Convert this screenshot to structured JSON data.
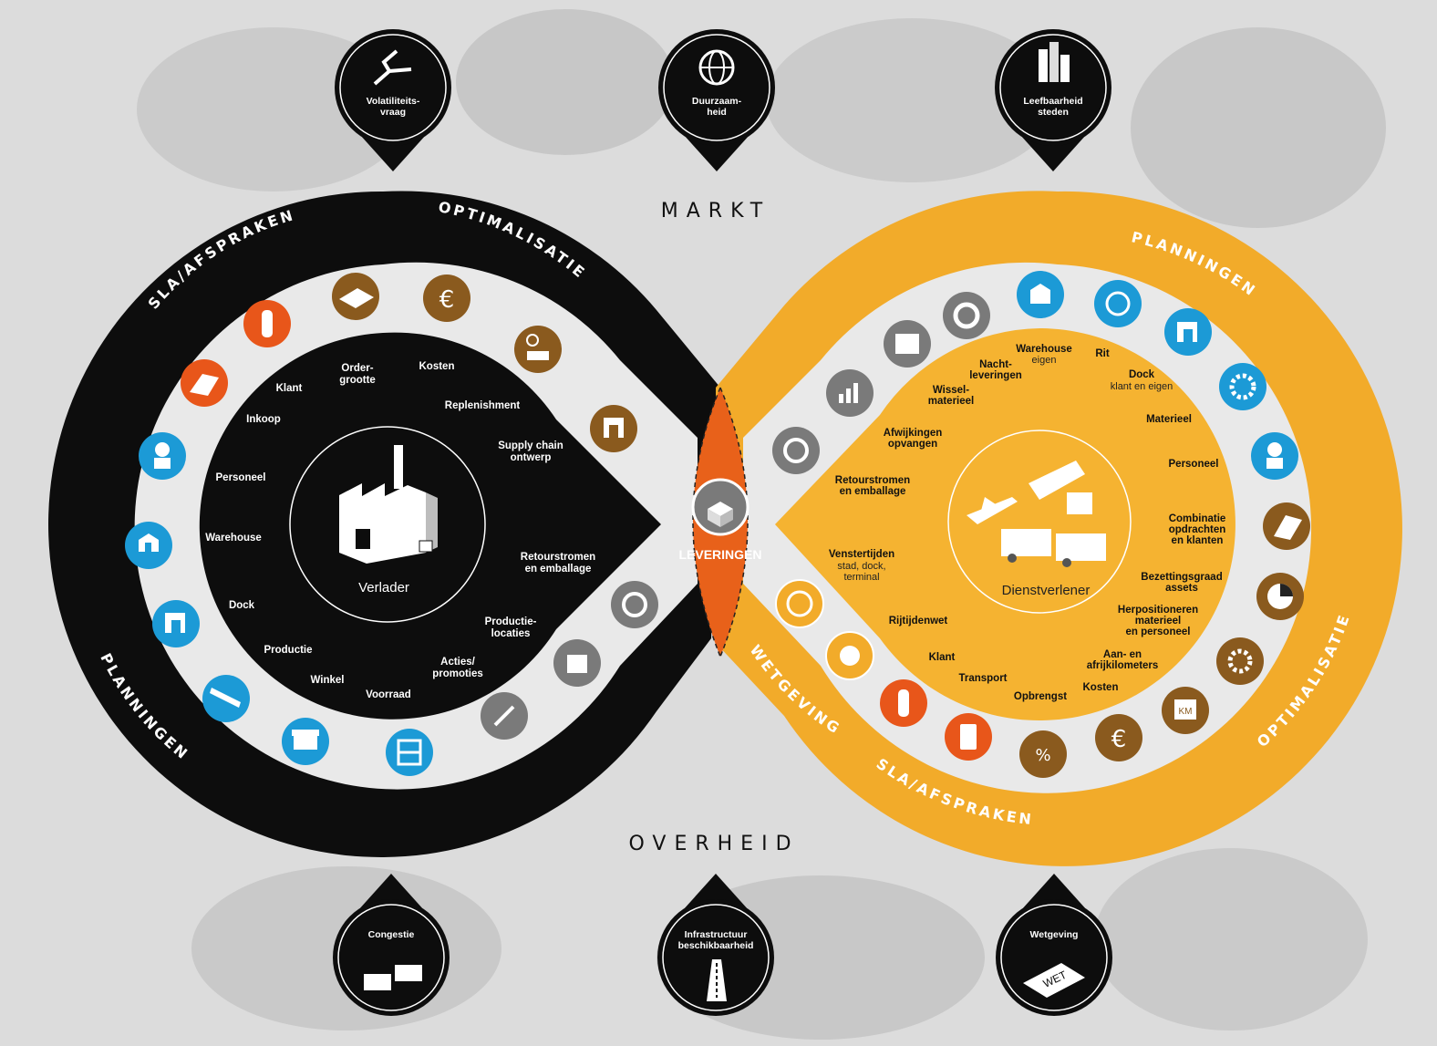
{
  "sections": {
    "top": "MARKT",
    "bottom": "OVERHEID"
  },
  "pins_top": [
    {
      "line1": "Volatiliteits-",
      "line2": "vraag",
      "icon": "volatility-arrows-icon"
    },
    {
      "line1": "Duurzaam-",
      "line2": "heid",
      "icon": "globe-icon"
    },
    {
      "line1": "Leefbaarheid",
      "line2": "steden",
      "icon": "city-icon"
    }
  ],
  "pins_bottom": [
    {
      "line1": "Congestie",
      "line2": "",
      "icon": "truck-congestion-icon"
    },
    {
      "line1": "Infrastructuur",
      "line2": "beschikbaarheid",
      "icon": "road-icon"
    },
    {
      "line1": "Wetgeving",
      "line2": "",
      "icon": "law-book-icon",
      "badge": "WET"
    }
  ],
  "left": {
    "center_label": "Verlader",
    "ring_labels": {
      "top_left": "SLA/AFSPRAKEN",
      "top_right": "OPTIMALISATIE",
      "bottom": "PLANNINGEN"
    },
    "items": [
      {
        "l1": "Order-",
        "l2": "grootte"
      },
      {
        "l1": "Kosten",
        "l2": ""
      },
      {
        "l1": "Klant",
        "l2": ""
      },
      {
        "l1": "Replenishment",
        "l2": ""
      },
      {
        "l1": "Inkoop",
        "l2": ""
      },
      {
        "l1": "Supply chain",
        "l2": "ontwerp"
      },
      {
        "l1": "Personeel",
        "l2": ""
      },
      {
        "l1": "Warehouse",
        "l2": ""
      },
      {
        "l1": "Retourstromen",
        "l2": "en emballage"
      },
      {
        "l1": "Dock",
        "l2": ""
      },
      {
        "l1": "Productie-",
        "l2": "locaties"
      },
      {
        "l1": "Productie",
        "l2": ""
      },
      {
        "l1": "Acties/",
        "l2": "promoties"
      },
      {
        "l1": "Winkel",
        "l2": ""
      },
      {
        "l1": "Voorraad",
        "l2": ""
      }
    ]
  },
  "center": {
    "label": "LEVERINGEN"
  },
  "right": {
    "center_label": "Dienstverlener",
    "ring_labels": {
      "top": "PLANNINGEN",
      "right": "OPTIMALISATIE",
      "bottom": "SLA/AFSPRAKEN",
      "left_bottom": "WETGEVING"
    },
    "items": [
      {
        "l1": "Warehouse",
        "sub": "eigen"
      },
      {
        "l1": "Nacht-",
        "l2": "leveringen"
      },
      {
        "l1": "Rit"
      },
      {
        "l1": "Wissel-",
        "l2": "materieel"
      },
      {
        "l1": "Dock",
        "sub": "klant en eigen"
      },
      {
        "l1": "Materieel"
      },
      {
        "l1": "Afwijkingen",
        "l2": "opvangen"
      },
      {
        "l1": "Personeel"
      },
      {
        "l1": "Retourstromen",
        "l2": "en emballage"
      },
      {
        "l1": "Combinatie",
        "l2": "opdrachten",
        "l3": "en klanten"
      },
      {
        "l1": "Venstertijden",
        "sub": "stad, dock,",
        "sub2": "terminal"
      },
      {
        "l1": "Bezettingsgraad",
        "l2": "assets"
      },
      {
        "l1": "Herpositioneren",
        "l2": "materieel",
        "l3": "en personeel"
      },
      {
        "l1": "Rijtijdenwet"
      },
      {
        "l1": "Aan- en",
        "l2": "afrijkilometers"
      },
      {
        "l1": "Klant"
      },
      {
        "l1": "Transport"
      },
      {
        "l1": "Kosten"
      },
      {
        "l1": "Opbrengst"
      }
    ],
    "km_badge": "KM"
  },
  "colors": {
    "black": "#0d0d0d",
    "orange_ring": "#f2ab2a",
    "orange_core": "#f5b331",
    "lens": "#e8611a",
    "blue": "#1c9ad6",
    "brown": "#8a5a1e",
    "grey": "#7a7a7a",
    "red_orange": "#e8561a",
    "ring_light": "#e9e9e9"
  }
}
